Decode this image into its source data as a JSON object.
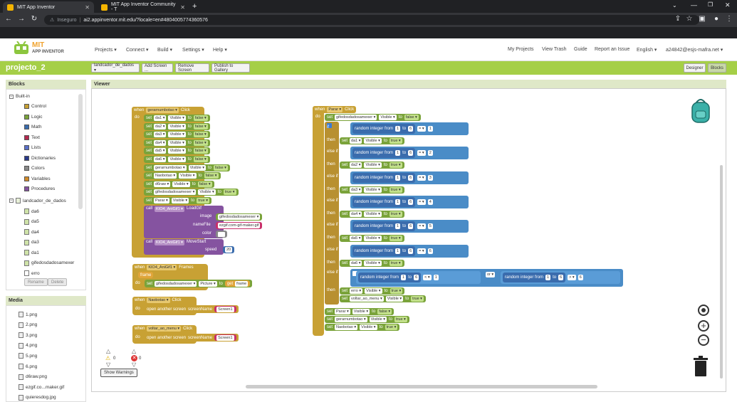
{
  "browser": {
    "tabs": [
      {
        "title": "MIT App Inventor"
      },
      {
        "title": "MIT App Inventor Community - T"
      }
    ],
    "url_insecure": "Inseguro",
    "url": "ai2.appinventor.mit.edu/?locale=en#4804005774360576"
  },
  "app": {
    "logo_top": "MIT",
    "logo_bottom": "APP INVENTOR",
    "menus": [
      "Projects ▾",
      "Connect ▾",
      "Build ▾",
      "Settings ▾",
      "Help ▾"
    ],
    "right_menus": [
      "My Projects",
      "View Trash",
      "Guide",
      "Report an Issue",
      "English ▾",
      "a24842@esjs-mafra.net ▾"
    ]
  },
  "project": {
    "name": "projecto_2",
    "screen_select": "landcador_de_dados ▾",
    "add_screen": "Add Screen ...",
    "remove_screen": "Remove Screen",
    "publish": "Publish to Gallery",
    "designer": "Designer",
    "blocks": "Blocks"
  },
  "blocks_panel": {
    "title": "Blocks",
    "builtin": "Built-in",
    "builtin_items": [
      {
        "label": "Control",
        "color": "#c8a134"
      },
      {
        "label": "Logic",
        "color": "#7aa33a"
      },
      {
        "label": "Math",
        "color": "#3a6cad"
      },
      {
        "label": "Text",
        "color": "#b3284f"
      },
      {
        "label": "Lists",
        "color": "#5a6fc7"
      },
      {
        "label": "Dictionaries",
        "color": "#2a3a8a"
      },
      {
        "label": "Colors",
        "color": "#888888"
      },
      {
        "label": "Variables",
        "color": "#d08a2a"
      },
      {
        "label": "Procedures",
        "color": "#8553a0"
      }
    ],
    "screen": "landcador_de_dados",
    "components": [
      "da6",
      "da5",
      "da4",
      "da3",
      "da1",
      "gifedosdadosamexer",
      "erro"
    ],
    "rename": "Rename",
    "delete": "Delete"
  },
  "media": {
    "title": "Media",
    "files": [
      "1.png",
      "2.png",
      "3.png",
      "4.png",
      "5.png",
      "6.png",
      "d6raw.png",
      "ezgif.co...maker.gif",
      "quieresdog.jpg"
    ]
  },
  "viewer": {
    "title": "Viewer",
    "warnings_count": "0",
    "errors_count": "0",
    "show_warnings": "Show Warnings"
  },
  "blocks_text": {
    "when": "when",
    "do": "do",
    "set": "set",
    "to": "to",
    "call": "call",
    "click": "Click",
    "visible": "Visible ▾",
    "false": "false ▾",
    "true": "true ▾",
    "b1_comp": "gerarnumbotao ▾",
    "b1_rows": [
      {
        "c": "da1 ▾",
        "v": "false ▾"
      },
      {
        "c": "da2 ▾",
        "v": "false ▾"
      },
      {
        "c": "da3 ▾",
        "v": "false ▾"
      },
      {
        "c": "da4 ▾",
        "v": "false ▾"
      },
      {
        "c": "da5 ▾",
        "v": "false ▾"
      },
      {
        "c": "da6 ▾",
        "v": "false ▾"
      },
      {
        "c": "gerarnumbotao ▾",
        "v": "false ▾"
      },
      {
        "c": "Naobotao ▾",
        "v": "false ▾"
      },
      {
        "c": "d6raw ▾",
        "v": "false ▾"
      },
      {
        "c": "gifedosdadosamexer ▾",
        "v": "true ▾"
      },
      {
        "c": "Parar ▾",
        "v": "true ▾"
      }
    ],
    "anigif": "KIO4_AniGif1 ▾",
    "loadgif": "LoadGif",
    "image": "image",
    "namefile": "nameFile",
    "color": "color",
    "gifname": "ezgif.com-gif-maker.gif",
    "movestart": "MoveStart",
    "speed": "speed",
    "speed_val": "20",
    "frames": "Frames",
    "frame": "frame",
    "picture": "Picture ▾",
    "get": "get",
    "open_another": "open another screen",
    "screenname": "screenName",
    "screen1": "Screen1",
    "naobotao": "Naobotao ▾",
    "voltar": "voltar_ao_menu ▾",
    "parar": "Parar ▾",
    "gifedosdados": "gifedosdadosamexer ▾",
    "if": "if",
    "then": "then",
    "elseif": "else if",
    "random": "random integer from",
    "n1": "1",
    "n6": "6",
    "eq": "= ▾",
    "lt": "< ▾",
    "gt": "> ▾",
    "or": "or ▾",
    "cases": [
      {
        "c": "da1 ▾",
        "n": "1"
      },
      {
        "c": "da2 ▾",
        "n": "2"
      },
      {
        "c": "da3 ▾",
        "n": "3"
      },
      {
        "c": "da4 ▾",
        "n": "4"
      },
      {
        "c": "da5 ▾",
        "n": "5"
      },
      {
        "c": "da6 ▾",
        "n": "6"
      }
    ],
    "erro": "erro ▾",
    "gerar": "gerarnumbotao ▾",
    "naobotao2": "Naobotao ▾"
  }
}
